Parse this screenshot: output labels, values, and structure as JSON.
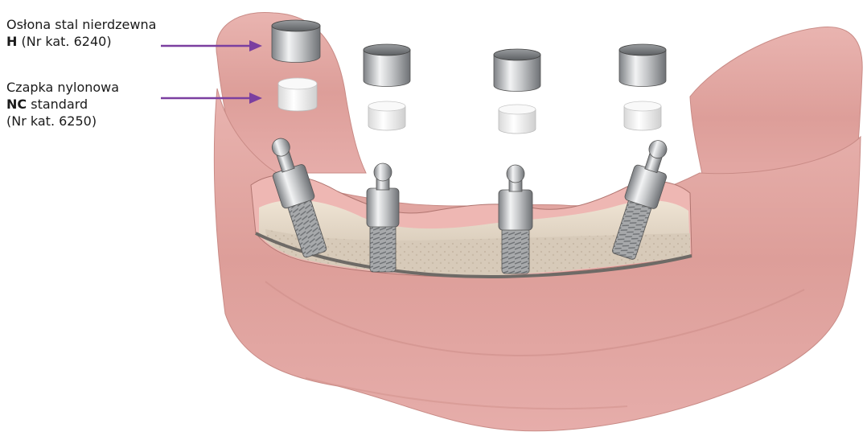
{
  "labels": {
    "housing": {
      "line1": "Osłona stal nierdzewna",
      "code": "H",
      "catalog": "(Nr kat. 6240)"
    },
    "nylon_cap": {
      "line1": "Czapka nylonowa",
      "code": "NC",
      "type": "standard",
      "catalog": "(Nr kat. 6250)"
    }
  },
  "colors": {
    "arrow": "#7b3fa0",
    "gum": "#e1a39f",
    "bone": "#d9cdbf",
    "metal": "#b9bcbf",
    "nylon": "#f7f7f7"
  }
}
